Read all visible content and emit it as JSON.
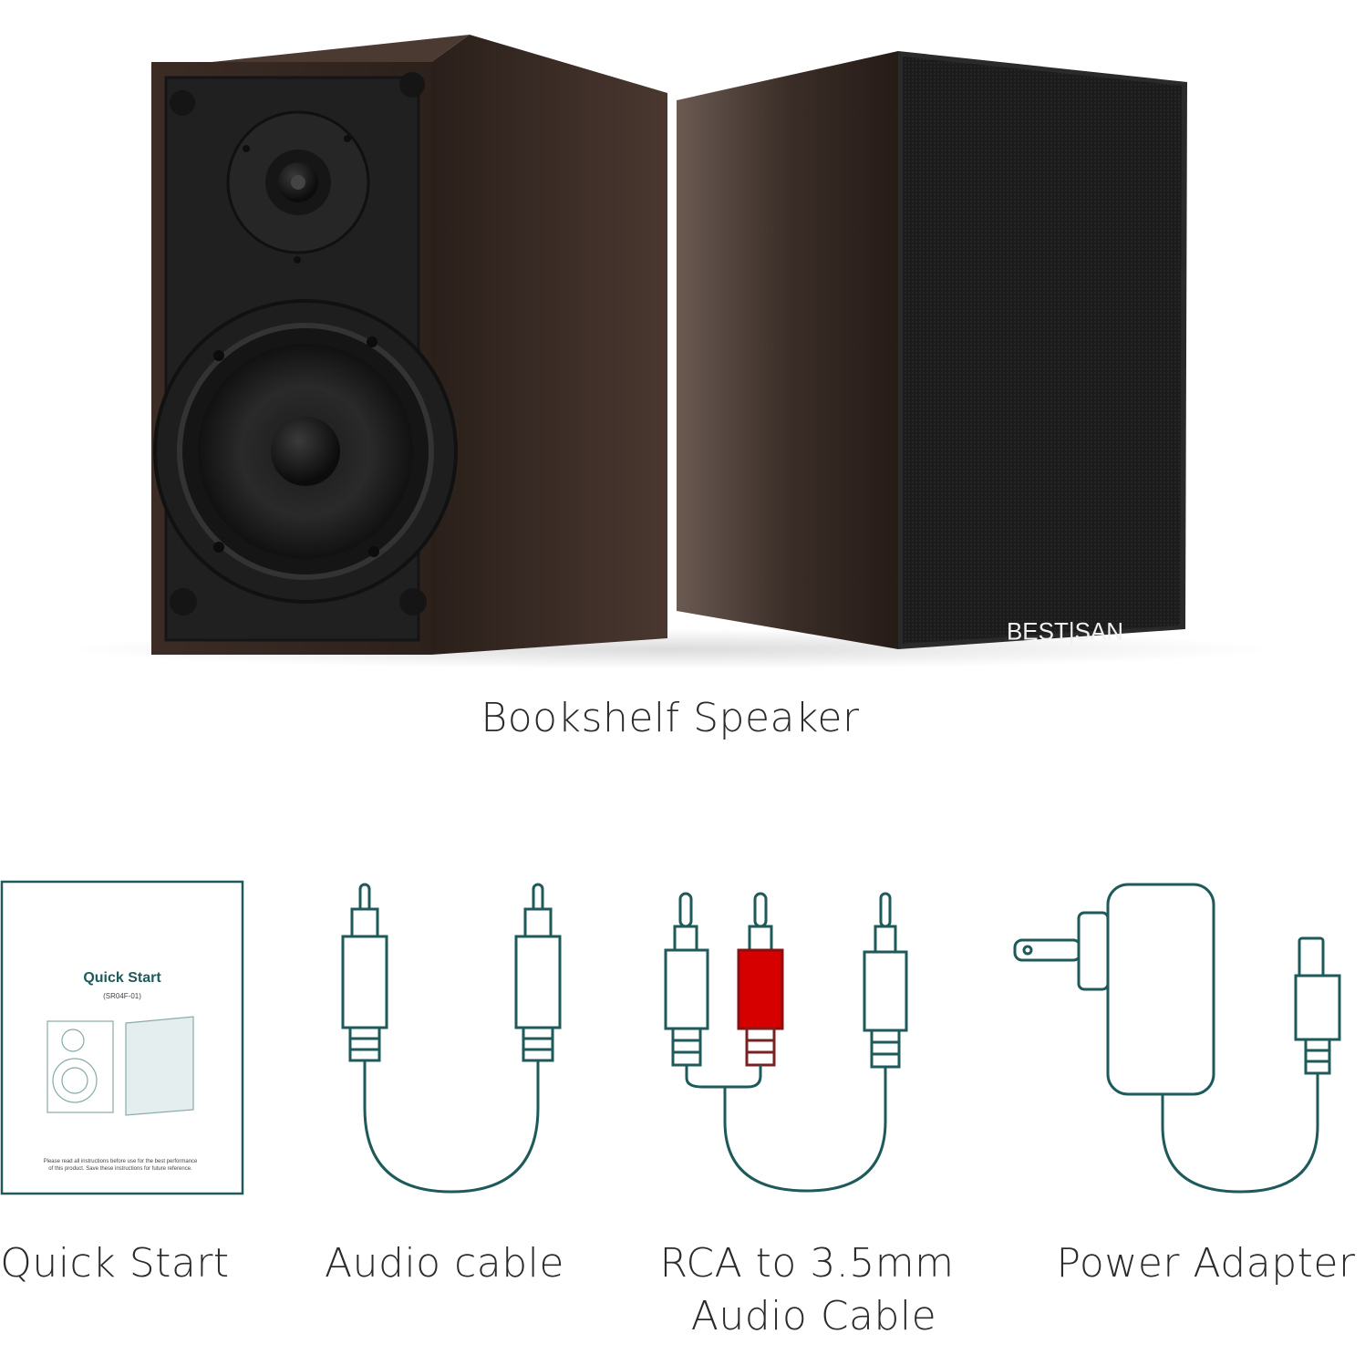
{
  "hero": {
    "caption": "Bookshelf Speaker",
    "brand_text": "BEST|SAN"
  },
  "accessories": [
    {
      "id": "quick-start",
      "caption": "Quick Start"
    },
    {
      "id": "audio-cable",
      "caption": "Audio cable"
    },
    {
      "id": "rca-cable",
      "caption_line1": "RCA to 3.5mm",
      "caption_line2": "Audio Cable"
    },
    {
      "id": "power-adapter",
      "caption": "Power Adapter"
    }
  ],
  "manual": {
    "title": "Quick Start",
    "model": "(SR04F-01)",
    "notice_line1": "Please read all instructions before use for the best performance",
    "notice_line2": "of this product. Save these instructions for future reference."
  },
  "colors": {
    "line_art": "#1f5a5a",
    "rca_red": "#d60000",
    "wood": "#3a2a22",
    "grille": "#1b1b1b"
  }
}
